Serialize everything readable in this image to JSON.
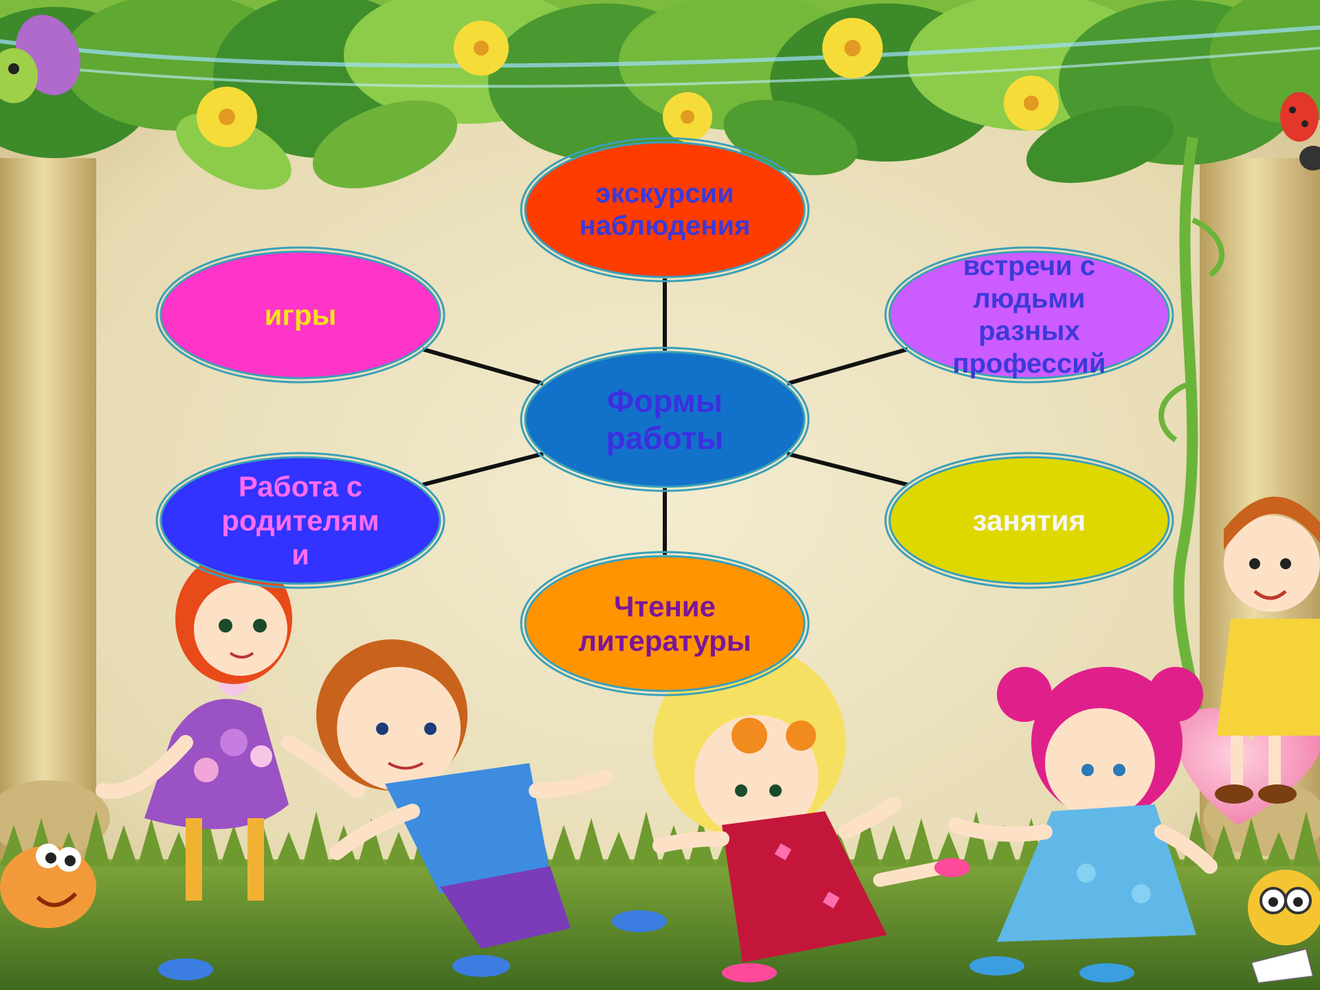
{
  "diagram": {
    "center": {
      "lines": [
        "Формы",
        "работы"
      ],
      "fill": "#1272c9",
      "text_color": "#3d2ee0"
    },
    "nodes": [
      {
        "id": "excursions",
        "lines": [
          "экскурсии",
          "наблюдения"
        ],
        "fill": "#ff3c00",
        "text_color": "#3b3ad8"
      },
      {
        "id": "games",
        "lines": [
          "игры"
        ],
        "fill": "#ff34c9",
        "text_color": "#f4e21a"
      },
      {
        "id": "meetings",
        "lines": [
          "встречи с",
          "людьми",
          "разных",
          "профессий"
        ],
        "fill": "#cc5cff",
        "text_color": "#3b3ad8"
      },
      {
        "id": "parents",
        "lines": [
          "Работа с",
          "родителям",
          "и"
        ],
        "fill": "#3233ff",
        "text_color": "#ff6cf0"
      },
      {
        "id": "lessons",
        "lines": [
          "занятия"
        ],
        "fill": "#ded800",
        "text_color": "#f6f6f6"
      },
      {
        "id": "reading",
        "lines": [
          "Чтение",
          "литературы"
        ],
        "fill": "#ff9400",
        "text_color": "#7a159c"
      }
    ],
    "connector_color": "#111111",
    "outline_color": "#3aa0b8"
  },
  "scene": {
    "colors": {
      "parchment": "#eee6c4",
      "scroll": "#d9c48e",
      "leaf_dark": "#3d8a2a",
      "leaf_light": "#8ccc4a",
      "flower": "#f6dc38",
      "grass": "#5f8a2c",
      "vine": "#6bb43a"
    },
    "icons": [
      "butterfly-icon",
      "ladybug-icon",
      "snail-icon",
      "bee-icon",
      "flower-icon",
      "heart-icon"
    ]
  }
}
